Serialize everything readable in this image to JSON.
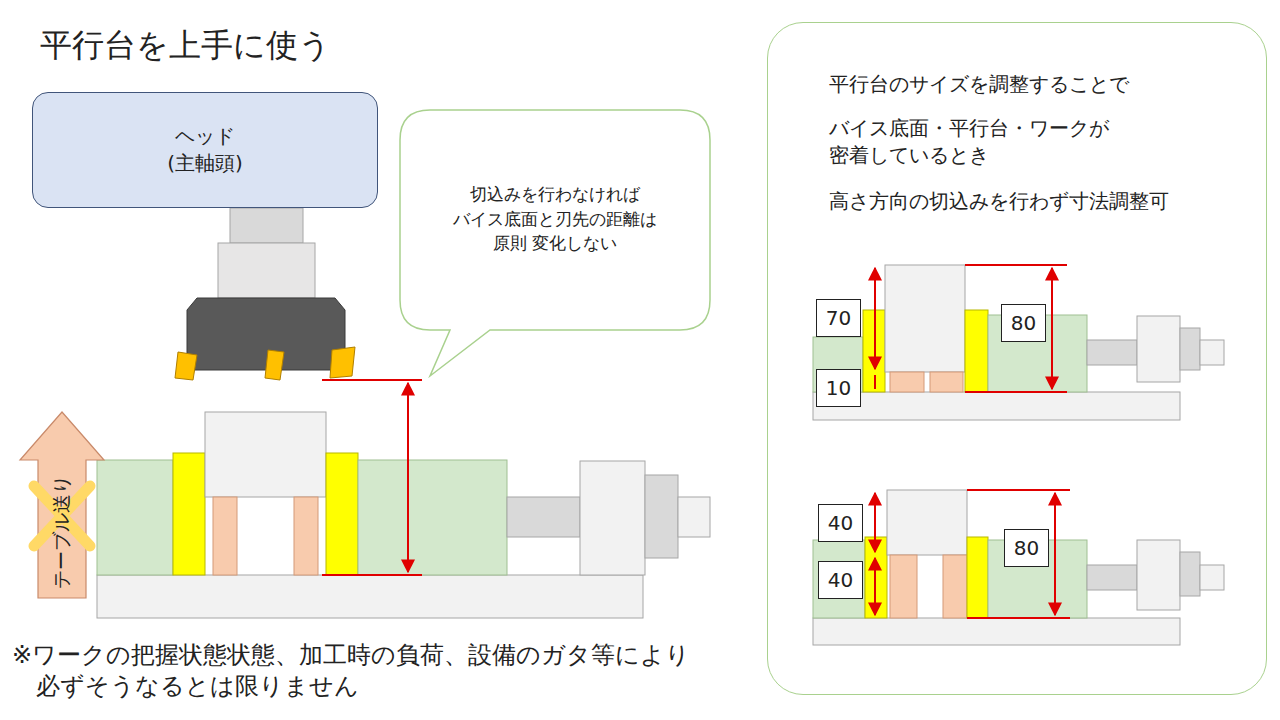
{
  "diagram": {
    "title": "平行台を上手に使う",
    "caption": "※ワークの把握状態状態、加工時の負荷、設備のガタ等により 必ずそうなるとは限りません",
    "nodes": [
      {
        "text": [
          "ヘッド (主軸頭)"
        ]
      },
      {
        "text": [
          "切込みを行わなければ バイス底面と刃先の距離は 原則 変化しない"
        ]
      },
      {
        "text": [
          "テーブル送り"
        ]
      },
      {
        "text": [
          "平行台のサイズを調整することで",
          "バイス底面・平行台・ワークが 密着しているとき",
          "高さ方向の切込みを行わず寸法調整可"
        ]
      },
      {
        "text": [
          "70"
        ],
        "in": 3
      },
      {
        "text": [
          "10"
        ],
        "in": 3
      },
      {
        "text": [
          "80"
        ],
        "in": 3
      },
      {
        "text": [
          "40"
        ],
        "in": 3
      },
      {
        "text": [
          "40"
        ],
        "in": 3
      },
      {
        "text": [
          "80"
        ],
        "in": 3
      }
    ]
  }
}
